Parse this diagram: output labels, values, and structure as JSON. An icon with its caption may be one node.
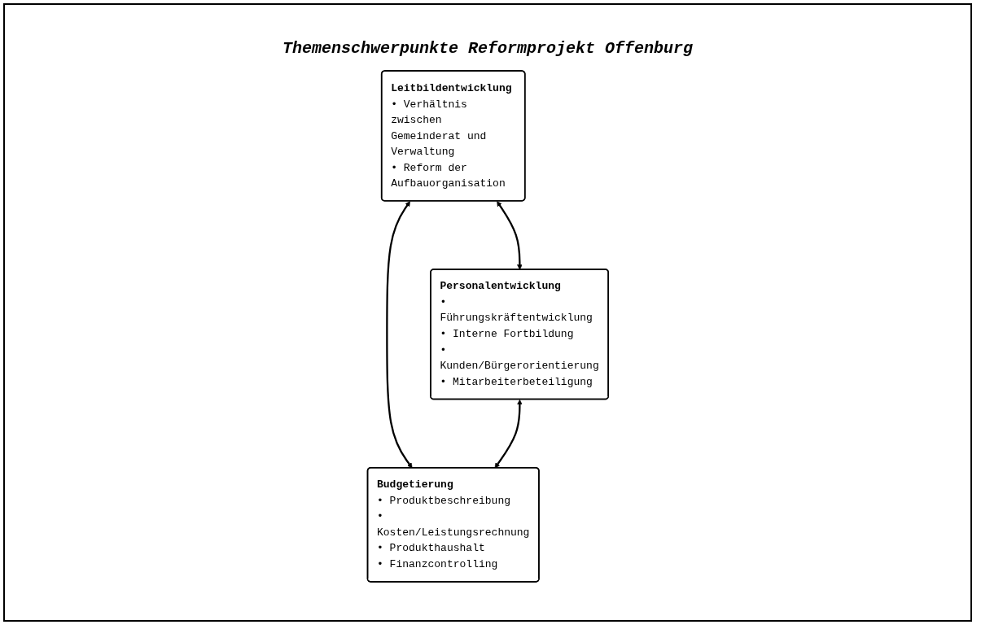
{
  "diagram": {
    "title": "Themenschwerpunkte Reformprojekt Offenburg",
    "nodes": [
      {
        "text": [
          "Leitbildentwicklung",
          "• Verhältnis zwischen Gemeinderat und Verwaltung",
          "• Reform der Aufbauorganisation"
        ]
      },
      {
        "text": [
          "Personalentwicklung",
          "• Führungskräftentwicklung",
          "• Interne Fortbildung",
          "• Kunden/Bürgerorientierung",
          "• Mitarbeiterbeteiligung"
        ]
      },
      {
        "text": [
          "Budgetierung",
          "• Produktbeschreibung",
          "• Kosten/Leistungsrechnung",
          "• Produkthaushalt",
          "• Finanzcontrolling"
        ]
      }
    ],
    "edges": [
      {
        "from": 0,
        "to": 1,
        "arrow": "both"
      },
      {
        "from": 0,
        "to": 2,
        "arrow": "both"
      },
      {
        "from": 1,
        "to": 2,
        "arrow": "both"
      }
    ]
  }
}
